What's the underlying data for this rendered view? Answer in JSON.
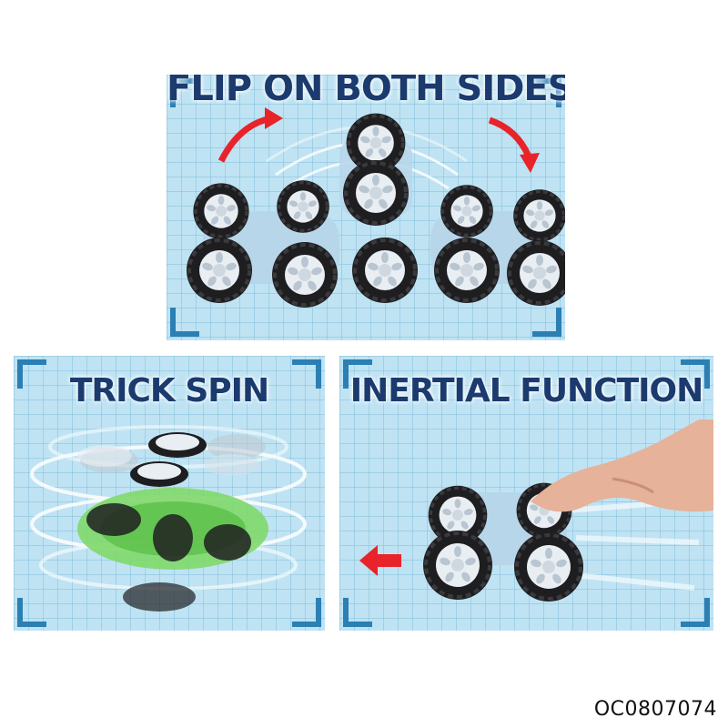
{
  "panels": {
    "flip": {
      "title": "FLIP ON BOTH SIDES"
    },
    "spin": {
      "title": "TRICK SPIN"
    },
    "inertial": {
      "title": "INERTIAL FUNCTION"
    }
  },
  "product_code": "OC0807074",
  "colors": {
    "panel_bg": "#bfe3f3",
    "frame": "#2b7fb3",
    "title": "#1b3a6e",
    "arrow": "#e8232a",
    "car_body": "#b7d6ea",
    "tire": "#1e1e20",
    "hub": "#e9eef3",
    "spin_body": "#7fd86a"
  },
  "icons": {
    "flip_arrows": "curved-red-arrow-icon",
    "inertial_arrow": "left-red-arrow-icon"
  }
}
